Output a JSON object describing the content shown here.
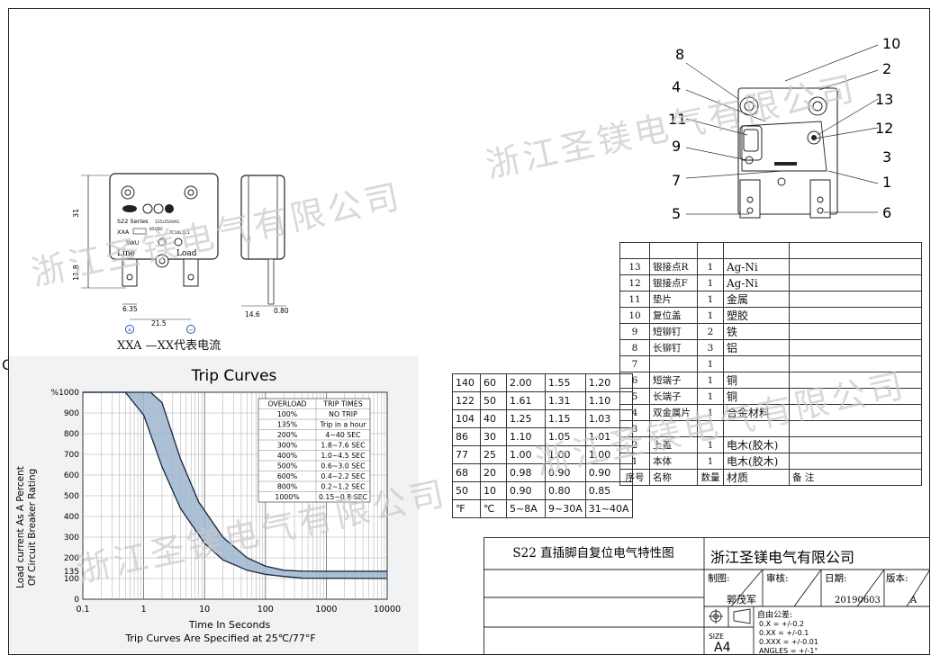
{
  "drawing": {
    "badge": "S22 Series",
    "rating": "125/250VAC",
    "dc": "65VDC",
    "amp_code": "XXA",
    "model": "TC10L1C1",
    "ul_mark": "SWU",
    "line_label": "Line",
    "load_label": "Load",
    "dim_height": "31",
    "dim_lower": "11.8",
    "dim_pin": "6.35",
    "dim_span": "21.5",
    "dim_depth": "14.6",
    "dim_thickness": "0.80",
    "plus_sign": "+",
    "minus_sign": "−",
    "caption": "XXA —XX代表电流",
    "callouts": [
      "8",
      "4",
      "11",
      "9",
      "7",
      "5",
      "10",
      "2",
      "13",
      "12",
      "3",
      "1",
      "6"
    ]
  },
  "chart_data": {
    "type": "area",
    "title": "Trip Curves",
    "xlabel": "Time In Seconds",
    "ylabel_line1": "Load current As A Percent",
    "ylabel_line2": "Of Circuit Breaker Rating",
    "footnote": "Trip Curves Are Specified at 25℃/77°F",
    "x_scale": "log",
    "x_ticks": [
      "0.1",
      "1",
      "10",
      "100",
      "1000",
      "10000"
    ],
    "y_ticks": [
      "%1000",
      "900",
      "800",
      "700",
      "600",
      "500",
      "400",
      "300",
      "200",
      "135",
      "100",
      "0"
    ],
    "xlim": [
      0.1,
      10000
    ],
    "ylim": [
      0,
      1000
    ],
    "grid": true,
    "band_lower": [
      [
        0.1,
        1000
      ],
      [
        0.5,
        1000
      ],
      [
        1,
        890
      ],
      [
        2,
        640
      ],
      [
        4,
        440
      ],
      [
        10,
        270
      ],
      [
        20,
        190
      ],
      [
        50,
        140
      ],
      [
        100,
        120
      ],
      [
        200,
        110
      ],
      [
        400,
        102
      ],
      [
        10000,
        100
      ]
    ],
    "band_upper": [
      [
        0.1,
        1000
      ],
      [
        1.3,
        1000
      ],
      [
        2,
        950
      ],
      [
        4,
        680
      ],
      [
        8,
        470
      ],
      [
        20,
        300
      ],
      [
        50,
        200
      ],
      [
        100,
        160
      ],
      [
        200,
        140
      ],
      [
        400,
        136
      ],
      [
        800,
        135
      ],
      [
        10000,
        135
      ]
    ],
    "legend_table": {
      "headers": [
        "OVERLOAD",
        "TRIP TIMES"
      ],
      "rows": [
        [
          "100%",
          "NO TRIP"
        ],
        [
          "135%",
          "Trip in a hour"
        ],
        [
          "200%",
          "4~40 SEC"
        ],
        [
          "300%",
          "1.8~7.6 SEC"
        ],
        [
          "400%",
          "1.0~4.5 SEC"
        ],
        [
          "500%",
          "0.6~3.0 SEC"
        ],
        [
          "600%",
          "0.4~2.2 SEC"
        ],
        [
          "800%",
          "0.2~1.2 SEC"
        ],
        [
          "1000%",
          "0.15~0.8 SEC"
        ]
      ]
    }
  },
  "temp_table": {
    "rows": [
      [
        "140",
        "60",
        "2.00",
        "1.55",
        "1.20"
      ],
      [
        "122",
        "50",
        "1.61",
        "1.31",
        "1.10"
      ],
      [
        "104",
        "40",
        "1.25",
        "1.15",
        "1.03"
      ],
      [
        "86",
        "30",
        "1.10",
        "1.05",
        "1.01"
      ],
      [
        "77",
        "25",
        "1.00",
        "1.00",
        "1.00"
      ],
      [
        "68",
        "20",
        "0.98",
        "0.90",
        "0.90"
      ],
      [
        "50",
        "10",
        "0.90",
        "0.80",
        "0.85"
      ]
    ],
    "header": [
      "℉",
      "℃",
      "5~8A",
      "9~30A",
      "31~40A"
    ]
  },
  "bom": {
    "rows": [
      [
        "",
        "",
        "",
        "",
        ""
      ],
      [
        "13",
        "银接点R",
        "1",
        "Ag-Ni",
        ""
      ],
      [
        "12",
        "银接点F",
        "1",
        "Ag-Ni",
        ""
      ],
      [
        "11",
        "垫片",
        "1",
        "金属",
        ""
      ],
      [
        "10",
        "复位盖",
        "1",
        "塑胶",
        ""
      ],
      [
        "9",
        "短铆钉",
        "2",
        "铁",
        ""
      ],
      [
        "8",
        "长铆钉",
        "3",
        "铝",
        ""
      ],
      [
        "7",
        "",
        "1",
        "",
        ""
      ],
      [
        "6",
        "短端子",
        "1",
        "铜",
        ""
      ],
      [
        "5",
        "长端子",
        "1",
        "铜",
        ""
      ],
      [
        "4",
        "双金属片",
        "1",
        "合金材料",
        ""
      ],
      [
        "3",
        "",
        "",
        "",
        ""
      ],
      [
        "2",
        "上盖",
        "1",
        "电木(胶木)",
        ""
      ],
      [
        "1",
        "本体",
        "1",
        "电木(胶木)",
        ""
      ]
    ],
    "header": [
      "序号",
      "名称",
      "数量",
      "材质",
      "备 注"
    ]
  },
  "title_block": {
    "drawing_title": "S22 直插脚自复位电气特性图",
    "company": "浙江圣镁电气有限公司",
    "drawn_label": "制图:",
    "review_label": "审核:",
    "date_label": "日期:",
    "version_label": "版本:",
    "drawer": "郭茂军",
    "date": "20190603",
    "version": "A",
    "size_label": "SIZE",
    "size": "A4",
    "tol_title": "自由公差:",
    "tol_1": "0.X = +/-0.2",
    "tol_2": "0.XX = +/-0.1",
    "tol_3": "0.XXX = +/-0.01",
    "tol_4": "ANGLES = +/-1°"
  },
  "watermark": "浙江圣镁电气有限公司",
  "edge_letter": "C"
}
